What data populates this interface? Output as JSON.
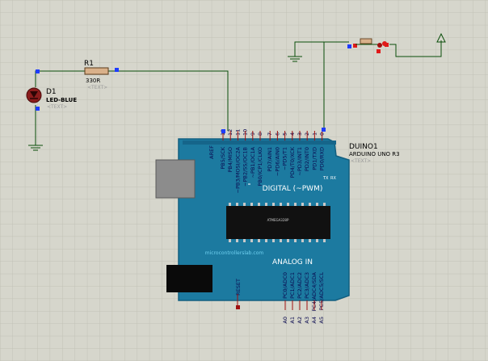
{
  "colors": {
    "background": "#d6d6cc",
    "grid": "#c2c2b6",
    "wire": "#0a4d0a",
    "board": "#1c7aa0",
    "board_edge": "#125f80",
    "chip": "#111111",
    "pin_marker": "#1e3cff",
    "text_placeholder": "#9a9a9a",
    "led": "#8a1c1c",
    "resistor": "#d9b18a"
  },
  "led": {
    "ref": "D1",
    "value": "LED-BLUE",
    "text_placeholder": "<TEXT>"
  },
  "resistor": {
    "ref": "R1",
    "value": "330R",
    "text_placeholder": "<TEXT>"
  },
  "arduino": {
    "ref": "DUINO1",
    "value": "ARDUINO UNO R3",
    "text_placeholder": "<TEXT>",
    "digital_label": "DIGITAL (~PWM)",
    "analog_label": "ANALOG IN",
    "website": "microcontrollerslab.com",
    "chip_text": "ATMEGA328P",
    "aref_label": "AREF",
    "reset_label": "RESET",
    "tx_label": "TX",
    "rx_label": "RX",
    "digital_pin_numbers": [
      "13",
      "12",
      "11",
      "10",
      "9",
      "8",
      "7",
      "6",
      "5",
      "4",
      "3",
      "2",
      "1",
      "0"
    ],
    "digital_pin_names": [
      "PB5/SCK",
      "PB4/MISO",
      "~PB3/MOSI/OC2A",
      "~PB2/SS/OC1B",
      "~PB1/OC1A",
      "PB0/ICP1/CLKO",
      "PD7/AIN1",
      "~PD6/AIN0",
      "~PD5/T1",
      "PD4/T0/XCK",
      "~PD3/INT1",
      "PD2/INT0",
      "PD1/TXD",
      "PD0/RXD"
    ],
    "analog_pin_names": [
      "PC0/ADC0",
      "PC1/ADC1",
      "PC2/ADC2",
      "PC3/ADC3",
      "PC4/ADC4/SDA",
      "PC5/ADC5/SCL"
    ],
    "analog_pin_numbers": [
      "A0",
      "A1",
      "A2",
      "A3",
      "A4",
      "A5"
    ]
  }
}
